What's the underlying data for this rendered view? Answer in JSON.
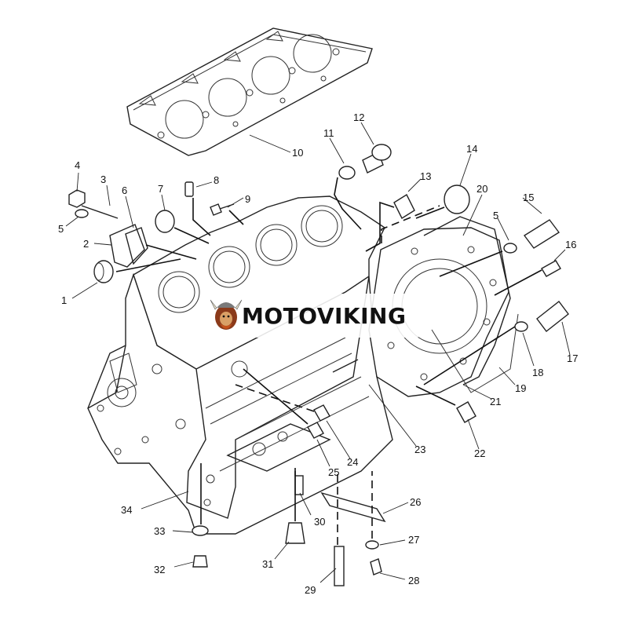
{
  "watermark": {
    "text": "MOTOVIKING",
    "logo_icon": "viking-mascot-icon"
  },
  "callouts": [
    "1",
    "2",
    "3",
    "4",
    "5",
    "6",
    "7",
    "8",
    "9",
    "10",
    "11",
    "12",
    "13",
    "14",
    "15",
    "5",
    "16",
    "17",
    "18",
    "19",
    "20",
    "21",
    "22",
    "23",
    "24",
    "25",
    "26",
    "27",
    "28",
    "29",
    "30",
    "31",
    "32",
    "33",
    "34"
  ]
}
